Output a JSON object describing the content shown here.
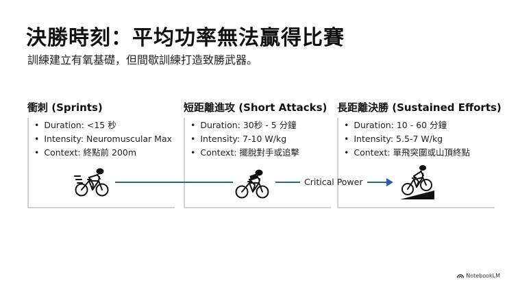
{
  "header": {
    "title": "決勝時刻：平均功率無法贏得比賽",
    "subtitle": "訓練建立有氧基礎，但間歇訓練打造致勝武器。"
  },
  "columns": [
    {
      "title": "衝刺 (Sprints)",
      "bullets": [
        "Duration: <15 秒",
        "Intensity: Neuromuscular Max",
        "Context: 終點前 200m"
      ]
    },
    {
      "title": "短距離進攻 (Short Attacks)",
      "bullets": [
        "Duration: 30秒 - 5 分鐘",
        "Intensity: 7-10 W/kg",
        "Context: 擺脫對手或追擊"
      ]
    },
    {
      "title": "長距離決勝 (Sustained Efforts)",
      "bullets": [
        "Duration: 10 - 60 分鐘",
        "Intensity: 5.5-7 W/kg",
        "Context: 單飛突圍或山頂終點"
      ]
    }
  ],
  "flow": {
    "label": "Critical Power"
  },
  "brand": {
    "label": "NotebookLM"
  },
  "colors": {
    "accent": "#2f5f9f",
    "divider": "#d0d0d0"
  },
  "icons": [
    "sprinting-cyclist-icon",
    "attacking-cyclist-icon",
    "climbing-cyclist-icon",
    "notebooklm-logo-icon"
  ]
}
